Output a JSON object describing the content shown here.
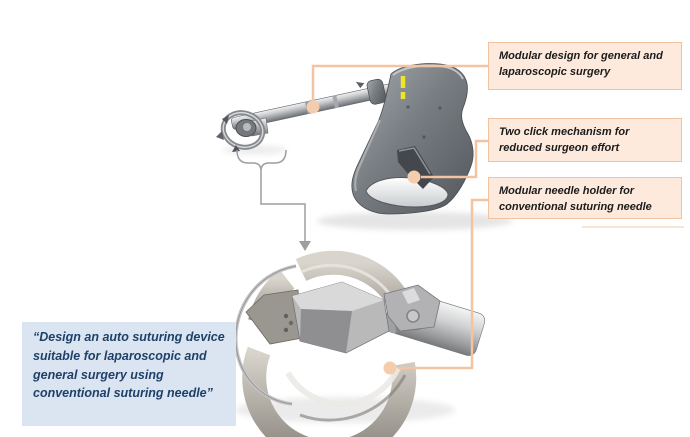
{
  "figure": {
    "background": "#ffffff",
    "description_names": {
      "top_render": "auto-suturing-device-3d-render",
      "detail_render": "needle-holder-closeup-3d-render"
    }
  },
  "callouts": [
    {
      "id": "modular-design",
      "text": "Modular design for general and laparoscopic surgery"
    },
    {
      "id": "two-click",
      "text": "Two click mechanism for reduced surgeon effort"
    },
    {
      "id": "needle-holder",
      "text": "Modular needle holder for conventional suturing needle"
    }
  ],
  "quote": {
    "text": "“Design an auto suturing device suitable for laparoscopic and general surgery using conventional suturing needle”"
  },
  "colors": {
    "callout_fill": "#fdeadd",
    "callout_border": "#f0c2a0",
    "callout_text": "#1b1b1b",
    "connector": "#f2c4a2",
    "connector_dot": "#f4cdac",
    "quote_fill": "#dbe5f1",
    "quote_text": "#1f4068",
    "highlight_yellow": "#ede42e",
    "annotation_gray": "#9e9e9e"
  }
}
